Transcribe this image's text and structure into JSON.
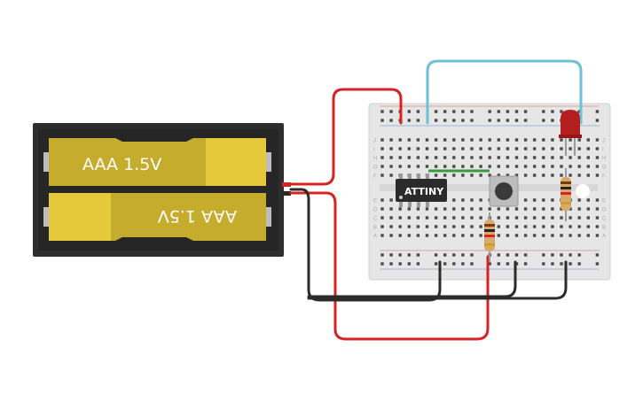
{
  "canvas": {
    "background": "#ffffff"
  },
  "battery_pack": {
    "cells": [
      {
        "label": "AAA 1.5V"
      },
      {
        "label": "AAA 1.5V"
      }
    ],
    "colors": {
      "case": "#2e2e2e",
      "cell": "#c5ac2c",
      "cell_cap": "#e6c93a"
    }
  },
  "breadboard": {
    "color": "#e8e8e8",
    "row_labels_left": [
      "J",
      "I",
      "H",
      "G",
      "F",
      "E",
      "D",
      "C",
      "B",
      "A"
    ],
    "row_labels_right": [
      "J",
      "I",
      "H",
      "G",
      "F",
      "E",
      "D",
      "C",
      "B",
      "A"
    ]
  },
  "components": {
    "chip": {
      "label": "ATTINY",
      "color": "#2b2b2b"
    },
    "led": {
      "color": "#b51e1e"
    },
    "button": {
      "color": "#3a3a3a"
    },
    "resistors": [
      {
        "color": "#d9a86c"
      },
      {
        "color": "#d9a86c"
      }
    ]
  },
  "wires": {
    "red": "#d42424",
    "black": "#2b2b2b",
    "blue": "#6cc2d2",
    "green": "#3a9a3a"
  }
}
